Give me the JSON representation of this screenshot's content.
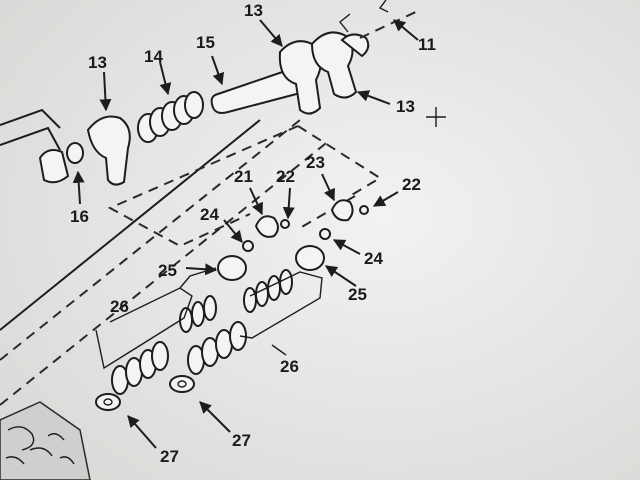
{
  "callouts": {
    "c11": "11",
    "c13a": "13",
    "c13b": "13",
    "c13c": "13",
    "c14": "14",
    "c15": "15",
    "c16": "16",
    "c21": "21",
    "c22a": "22",
    "c22b": "22",
    "c23": "23",
    "c24a": "24",
    "c24b": "24",
    "c25a": "25",
    "c25b": "25",
    "c26a": "26",
    "c26b": "26",
    "c27a": "27",
    "c27b": "27"
  },
  "colors": {
    "ink": "#1d1d1d",
    "paper": "#ecedeb"
  }
}
